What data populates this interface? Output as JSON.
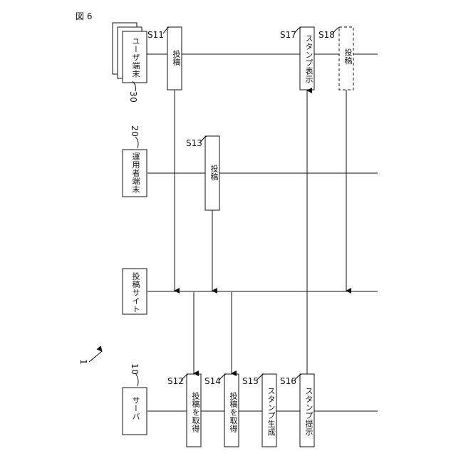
{
  "figure_label": "図 6",
  "system_ref": "1",
  "lifelines": {
    "user_terminal": {
      "label": "ユーザ端末",
      "ref": "30"
    },
    "operator_terminal": {
      "label": "運用者端末",
      "ref": "20"
    },
    "post_site": {
      "label": "投稿サイト"
    },
    "server": {
      "label": "サーバ",
      "ref": "10"
    }
  },
  "steps": {
    "s11": {
      "id": "S11",
      "label": "投稿"
    },
    "s12": {
      "id": "S12",
      "label": "投稿を取得"
    },
    "s13": {
      "id": "S13",
      "label": "投稿"
    },
    "s14": {
      "id": "S14",
      "label": "投稿を取得"
    },
    "s15": {
      "id": "S15",
      "label": "スタンプ生成"
    },
    "s16": {
      "id": "S16",
      "label": "スタンプ提示"
    },
    "s17": {
      "id": "S17",
      "label": "スタンプ表示"
    },
    "s18": {
      "id": "S18",
      "label": "投稿"
    }
  }
}
